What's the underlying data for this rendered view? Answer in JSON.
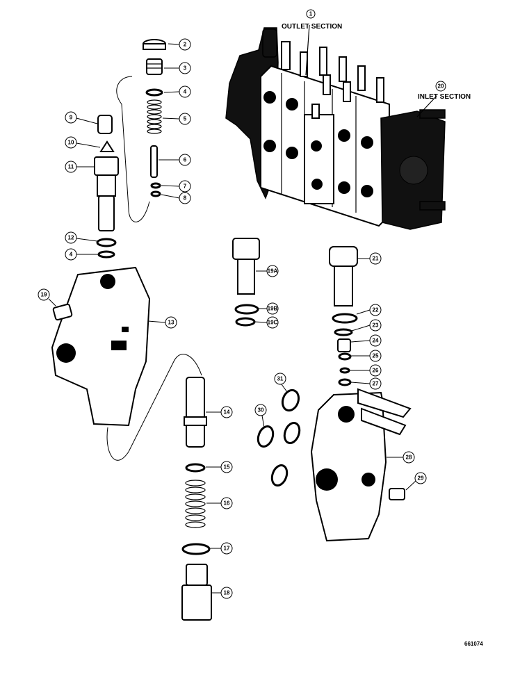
{
  "sections": {
    "outlet_number": "1",
    "outlet_label": "OUTLET SECTION",
    "inlet_number": "20",
    "inlet_label": "INLET SECTION"
  },
  "callouts": {
    "c2": "2",
    "c3": "3",
    "c4a": "4",
    "c5": "5",
    "c6": "6",
    "c7": "7",
    "c8": "8",
    "c9": "9",
    "c10": "10",
    "c11": "11",
    "c12": "12",
    "c4b": "4",
    "c13": "13",
    "c14": "14",
    "c15": "15",
    "c16": "16",
    "c17": "17",
    "c18": "18",
    "c19": "19",
    "c19a": "19A",
    "c19b": "19B",
    "c19c": "19C",
    "c21": "21",
    "c22": "22",
    "c23": "23",
    "c24": "24",
    "c25": "25",
    "c26": "26",
    "c27": "27",
    "c28": "28",
    "c29": "29",
    "c30": "30",
    "c31": "31"
  },
  "figure_code": "661074"
}
